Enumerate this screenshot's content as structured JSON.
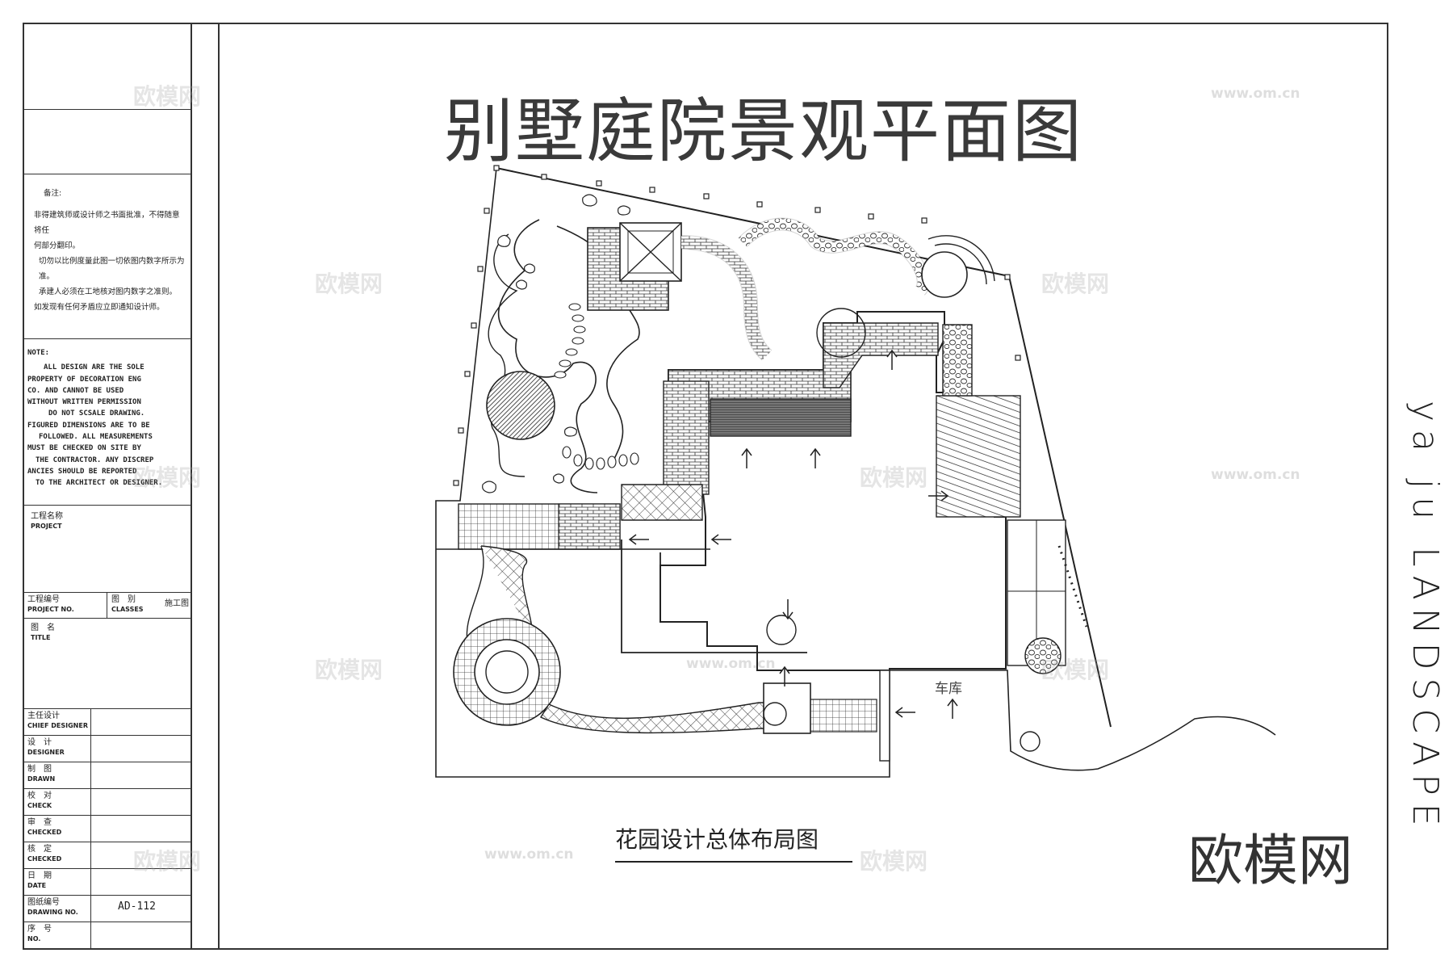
{
  "title": "别墅庭院景观平面图",
  "subtitle": "花园设计总体布局图",
  "vertical_text": "ya ju LANDSCAPE",
  "brand": "欧模网",
  "watermark_text": "欧模网",
  "watermark_url": "www.om.cn",
  "plan_label_garage": "车库",
  "remarks": {
    "heading": "备注:",
    "lines": [
      "非得建筑师或设计师之书面批准，不得随意将任",
      "何部分翻印。",
      "切勿以比例度量此图一切依图内数字所示为准。",
      "承建人必须在工地核对图内数字之准则。",
      "如发现有任何矛盾应立即通知设计师。"
    ]
  },
  "note": {
    "heading": "NOTE:",
    "lines": [
      "ALL DESIGN ARE THE SOLE",
      "PROPERTY OF DECORATION ENG",
      "CO. AND CANNOT BE USED",
      "WITHOUT WRITTEN PERMISSION",
      "DO NOT SCSALE DRAWING.",
      "FIGURED DIMENSIONS ARE TO BE",
      "FOLLOWED. ALL MEASUREMENTS",
      "MUST BE CHECKED ON SITE BY",
      "THE CONTRACTOR. ANY DISCREP",
      "ANCIES SHOULD BE REPORTED",
      "TO THE ARCHITECT OR DESIGNER."
    ]
  },
  "title_block": {
    "project_cn": "工程名称",
    "project_en": "PROJECT",
    "project_no_cn": "工程编号",
    "project_no_en": "PROJECT NO.",
    "classes_cn": "图　别",
    "classes_en": "CLASSES",
    "classes_value": "施工图",
    "title_cn": "图　名",
    "title_en": "TITLE",
    "chief_designer_cn": "主任设计",
    "chief_designer_en": "CHIEF DESIGNER",
    "designer_cn": "设　计",
    "designer_en": "DESIGNER",
    "drawn_cn": "制　图",
    "drawn_en": "DRAWN",
    "check_cn": "校　对",
    "check_en": "CHECK",
    "checked1_cn": "审　查",
    "checked1_en": "CHECKED",
    "checked2_cn": "核　定",
    "checked2_en": "CHECKED",
    "date_cn": "日　期",
    "date_en": "DATE",
    "drawing_no_cn": "图纸编号",
    "drawing_no_en": "DRAWING NO.",
    "drawing_no_value": "AD-112",
    "no_cn": "序　号",
    "no_en": "NO."
  }
}
